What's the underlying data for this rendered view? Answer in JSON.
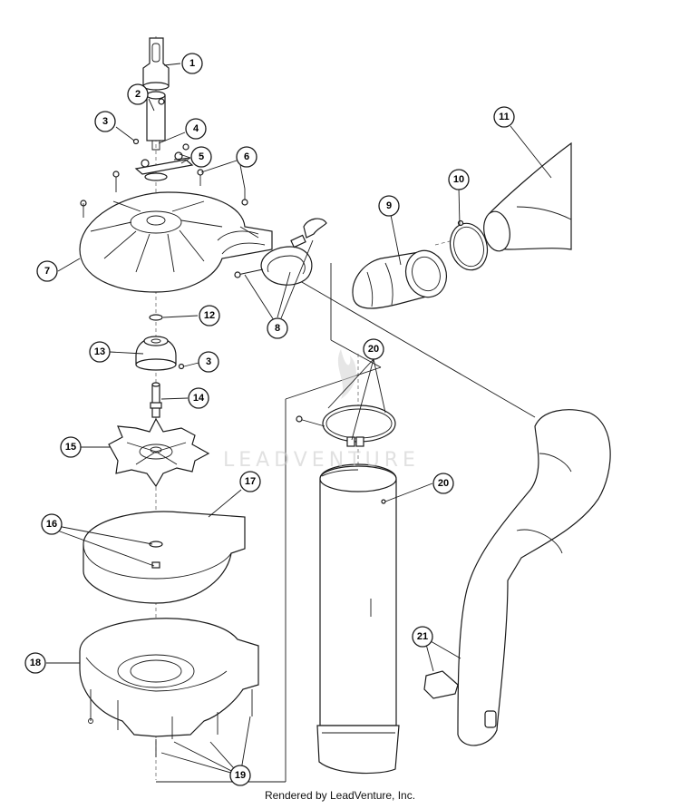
{
  "diagram": {
    "callout_numbers": [
      "1",
      "2",
      "3",
      "4",
      "5",
      "6",
      "7",
      "8",
      "9",
      "10",
      "11",
      "12",
      "3",
      "13",
      "14",
      "15",
      "16",
      "17",
      "18",
      "19",
      "20",
      "20",
      "21"
    ],
    "watermark": "LEADVENTURE",
    "footer": "Rendered by LeadVenture, Inc."
  }
}
